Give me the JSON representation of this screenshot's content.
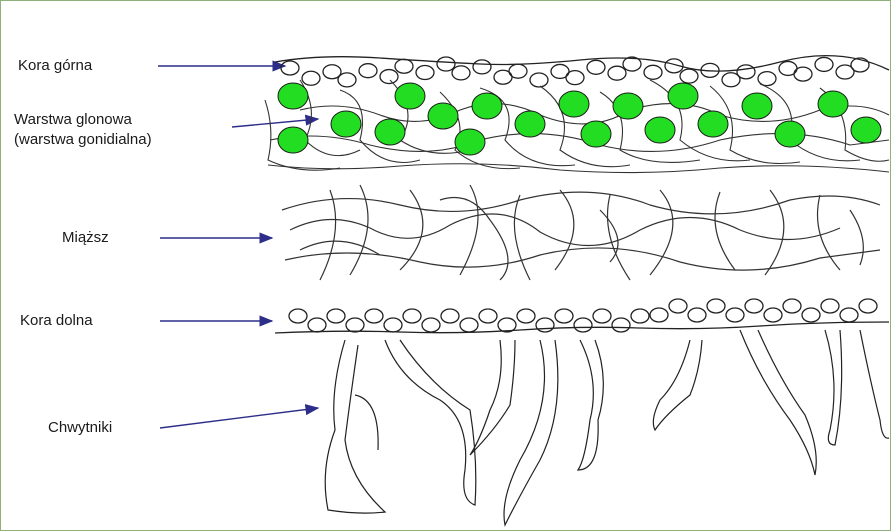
{
  "labels": {
    "upper_cortex": "Kora górna",
    "algal_layer": "Warstwa glonowa",
    "algal_layer_alt": "(warstwa gonidialna)",
    "medulla": "Miąższ",
    "lower_cortex": "Kora dolna",
    "rhizines": "Chwytniki"
  },
  "colors": {
    "algae_fill": "#22dd22",
    "line": "#222222",
    "arrow": "#2d2d8a",
    "frame": "#8fb07a"
  }
}
